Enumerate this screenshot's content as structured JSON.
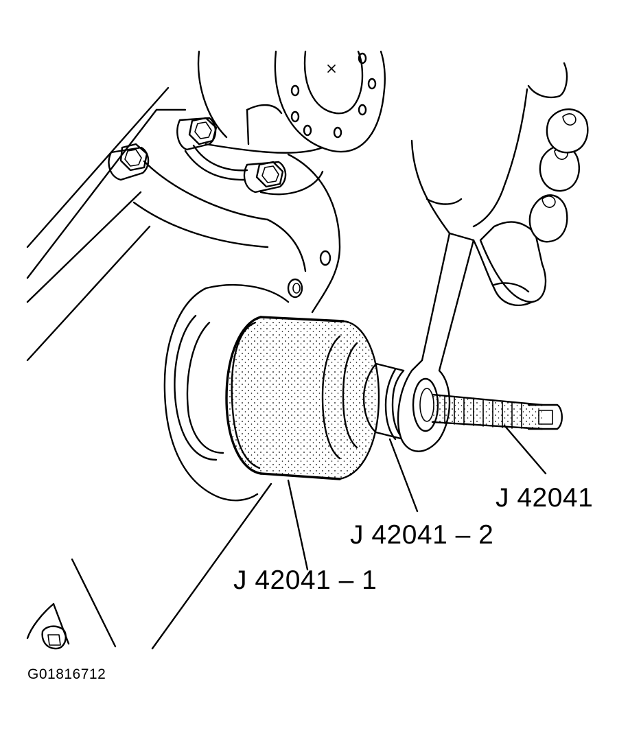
{
  "labels": {
    "tool_main": "J 42041",
    "tool_part_2": "J 42041 – 2",
    "tool_part_1": "J 42041 – 1"
  },
  "figure_id": "G01816712"
}
